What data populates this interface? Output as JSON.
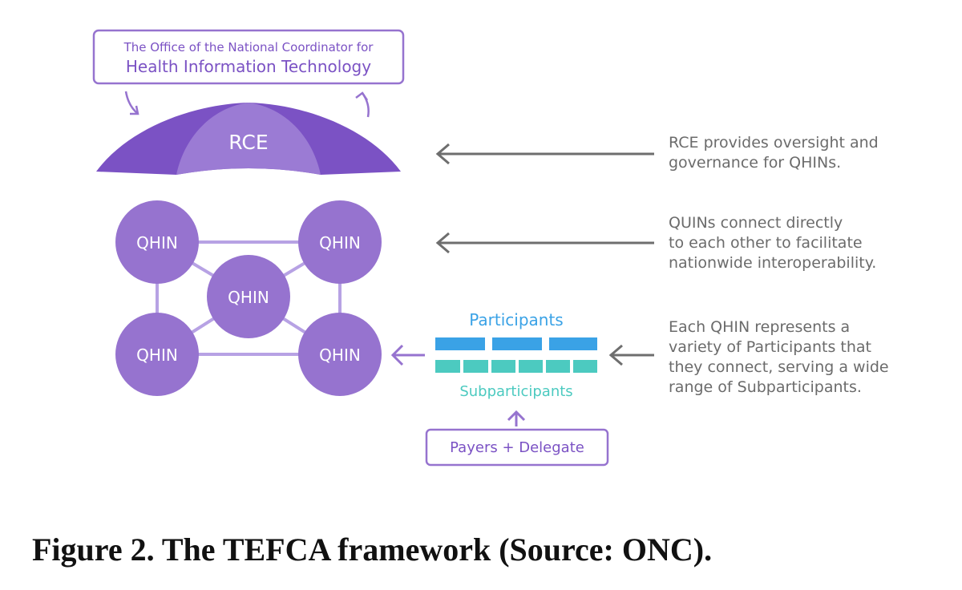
{
  "onc_box": {
    "line1": "The Office of the National Coordinator for",
    "line2": "Health Information Technology"
  },
  "umbrella_label": "RCE",
  "qhin_nodes": [
    "QHIN",
    "QHIN",
    "QHIN",
    "QHIN",
    "QHIN"
  ],
  "participants_label": "Participants",
  "subparticipants_label": "Subparticipants",
  "payers_box_label": "Payers + Delegate",
  "notes": {
    "rce": [
      "RCE provides oversight and",
      "governance for QHINs."
    ],
    "quins": [
      "QUINs connect directly",
      "to each other to facilitate",
      "nationwide interoperability."
    ],
    "participants": [
      "Each QHIN represents a",
      "variety of Participants that",
      "they connect, serving a wide",
      "range of Subparticipants."
    ]
  },
  "caption": "Figure 2. The TEFCA framework (Source: ONC).",
  "colors": {
    "purple_dark": "#7b52c4",
    "purple_light": "#9b7bd4",
    "purple_node": "#9673cf",
    "line_purple": "#b7a2e4",
    "participants_blue": "#3aa2e6",
    "subparticipants_teal": "#4ccac0",
    "arrow_gray": "#6e6e6e",
    "note_gray": "#6b6b6b"
  }
}
